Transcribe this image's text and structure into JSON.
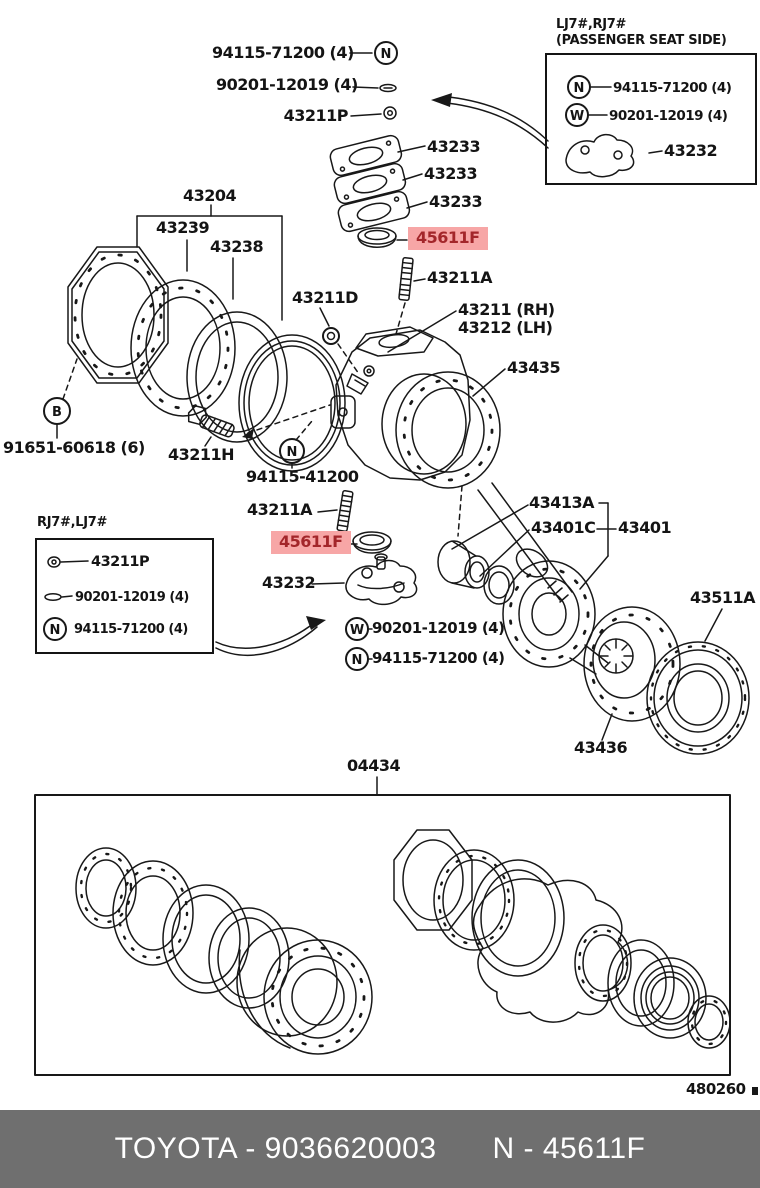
{
  "colors": {
    "highlight_bg": "#f7a6a6",
    "highlight_fg": "#a3262a",
    "line": "#181818",
    "footer_bg": "#6f6f6f",
    "footer_fg": "#ffffff"
  },
  "callouts": {
    "n": "N",
    "w": "W",
    "b": "B"
  },
  "labels": [
    {
      "text": "94115-71200 (4)"
    },
    {
      "text": "90201-12019 (4)"
    },
    {
      "text": "43211P"
    },
    {
      "text": "43233"
    },
    {
      "text": "43233"
    },
    {
      "text": "43233"
    },
    {
      "text": "45611F",
      "highlight": true
    },
    {
      "text": "43211A"
    },
    {
      "text": "43211 (RH)"
    },
    {
      "text": "43212 (LH)"
    },
    {
      "text": "43435"
    },
    {
      "text": "43204"
    },
    {
      "text": "43239"
    },
    {
      "text": "43238"
    },
    {
      "text": "43211D"
    },
    {
      "text": "91651-60618 (6)"
    },
    {
      "text": "43211H"
    },
    {
      "text": "94115-41200"
    },
    {
      "text": "43211A"
    },
    {
      "text": "45611F",
      "highlight": true
    },
    {
      "text": "43232"
    },
    {
      "text": "90201-12019 (4)"
    },
    {
      "text": "94115-71200 (4)"
    },
    {
      "text": "43413A"
    },
    {
      "text": "43401C"
    },
    {
      "text": "43401"
    },
    {
      "text": "43511A"
    },
    {
      "text": "43436"
    },
    {
      "text": "04434"
    },
    {
      "text": "480260"
    }
  ],
  "passenger_box": {
    "header_line1": "LJ7#,RJ7#",
    "header_line2": "(PASSENGER SEAT SIDE)",
    "items": [
      {
        "icon": "N-circle",
        "text": "94115-71200 (4)"
      },
      {
        "icon": "W-circle",
        "text": "90201-12019 (4)"
      },
      {
        "icon": "part-43232",
        "text": "43232"
      }
    ]
  },
  "lh_box": {
    "header": "RJ7#,LJ7#",
    "items": [
      {
        "icon": "nut",
        "text": "43211P"
      },
      {
        "icon": "washer",
        "text": "90201-12019 (4)"
      },
      {
        "icon": "N-circle",
        "text": "94115-71200 (4)"
      }
    ]
  },
  "footer": {
    "left_text": "TOYOTA - 9036620003",
    "right_text": "N - 45611F"
  }
}
